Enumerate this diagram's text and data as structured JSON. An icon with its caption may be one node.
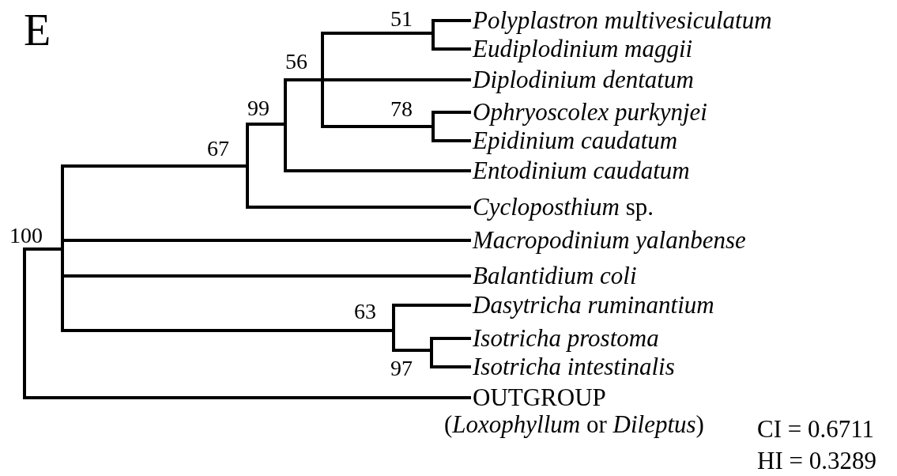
{
  "diagram": {
    "nodes": [
      {
        "text": [],
        "shape": "bar"
      },
      {
        "text": [],
        "shape": "bar"
      },
      {
        "text": [],
        "shape": "bar"
      },
      {
        "text": [],
        "shape": "bar"
      },
      {
        "text": [],
        "shape": "bar"
      },
      {
        "text": [],
        "shape": "bar"
      },
      {
        "text": [],
        "shape": "bar"
      },
      {
        "text": [],
        "shape": "bar"
      },
      {
        "text": [],
        "shape": "bar"
      },
      {
        "text": [
          "Polyplastron multivesiculatum"
        ]
      },
      {
        "text": [
          "Eudiplodinium maggii"
        ]
      },
      {
        "text": [
          "Diplodinium dentatum"
        ]
      },
      {
        "text": [
          "Ophryoscolex purkynjei"
        ]
      },
      {
        "text": [
          "Epidinium caudatum"
        ]
      },
      {
        "text": [
          "Entodinium caudatum"
        ]
      },
      {
        "text": [
          "*Cycloposthium* sp."
        ]
      },
      {
        "text": [
          "Macropodinium yalanbense"
        ]
      },
      {
        "text": [
          "Balantidium coli"
        ]
      },
      {
        "text": [
          "Dasytricha ruminantium"
        ]
      },
      {
        "text": [
          "Isotricha prostoma"
        ]
      },
      {
        "text": [
          "Isotricha intestinalis"
        ]
      },
      {
        "text": [
          "OUTGROUP"
        ],
        "beside": [
          "(*Loxophyllum* or *Dileptus*)"
        ]
      }
    ],
    "edges": [
      {
        "from": 0,
        "to": 1,
        "arrow": "none",
        "label": "100"
      },
      {
        "from": 0,
        "to": 21,
        "arrow": "none"
      },
      {
        "from": 1,
        "to": 2,
        "arrow": "none",
        "label": "67"
      },
      {
        "from": 1,
        "to": 16,
        "arrow": "none"
      },
      {
        "from": 1,
        "to": 17,
        "arrow": "none"
      },
      {
        "from": 1,
        "to": 7,
        "arrow": "none",
        "label": "63"
      },
      {
        "from": 2,
        "to": 3,
        "arrow": "none",
        "label": "99"
      },
      {
        "from": 2,
        "to": 15,
        "arrow": "none"
      },
      {
        "from": 3,
        "to": 4,
        "arrow": "none",
        "label": "56"
      },
      {
        "from": 3,
        "to": 14,
        "arrow": "none"
      },
      {
        "from": 4,
        "to": 5,
        "arrow": "none",
        "label": "51"
      },
      {
        "from": 4,
        "to": 11,
        "arrow": "none"
      },
      {
        "from": 4,
        "to": 6,
        "arrow": "none",
        "label": "78"
      },
      {
        "from": 5,
        "to": 9,
        "arrow": "none"
      },
      {
        "from": 5,
        "to": 10,
        "arrow": "none"
      },
      {
        "from": 6,
        "to": 12,
        "arrow": "none"
      },
      {
        "from": 6,
        "to": 13,
        "arrow": "none"
      },
      {
        "from": 7,
        "to": 18,
        "arrow": "none"
      },
      {
        "from": 7,
        "to": 8,
        "arrow": "none",
        "label": "97"
      },
      {
        "from": 8,
        "to": 19,
        "arrow": "none"
      },
      {
        "from": 8,
        "to": 20,
        "arrow": "none"
      }
    ],
    "labels": [
      "E",
      "CI = 0.6711",
      "HI = 0.3289"
    ]
  }
}
